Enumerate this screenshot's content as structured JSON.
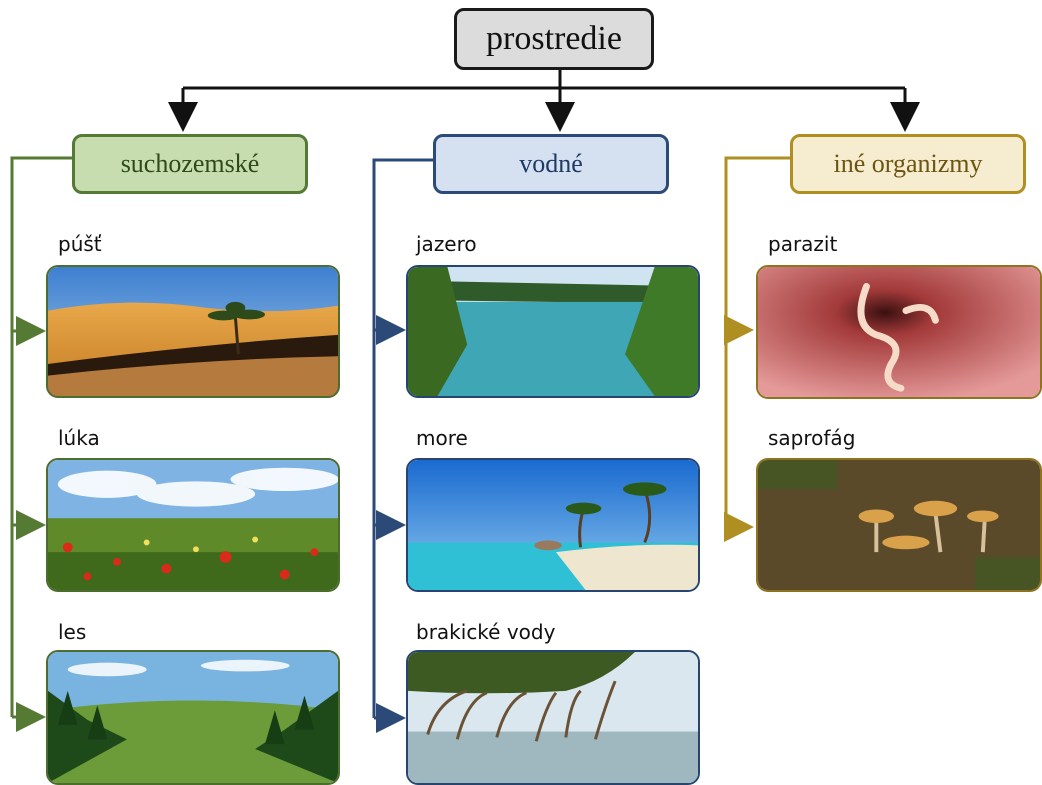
{
  "root": "prostredie",
  "categories": [
    {
      "label": "suchozemské",
      "color": "#547a33",
      "items": [
        "púšť",
        "lúka",
        "les"
      ]
    },
    {
      "label": "vodné",
      "color": "#2b4a78",
      "items": [
        "jazero",
        "more",
        "brakické vody"
      ]
    },
    {
      "label": "iné organizmy",
      "color": "#b08f22",
      "items": [
        "parazit",
        "saprofág"
      ]
    }
  ]
}
